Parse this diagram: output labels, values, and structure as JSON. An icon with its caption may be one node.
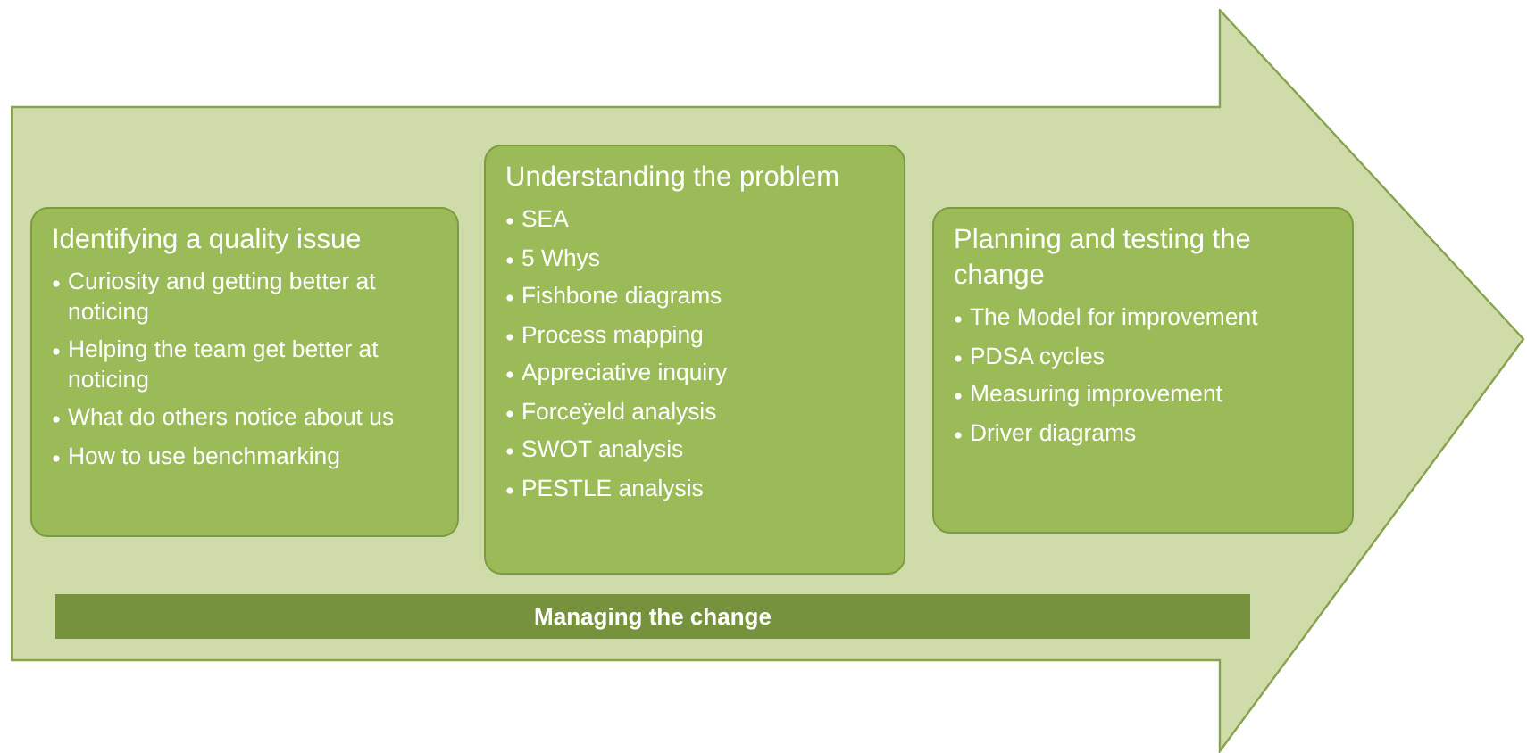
{
  "diagram": {
    "nodes": [
      {
        "text": [],
        "shape": "arrow"
      },
      {
        "text": [
          "Identifying a quality issue",
          "Curiosity and getting better at noticing",
          "Helping the team get better at noticing",
          "What do others notice about us",
          "How to use benchmarking"
        ],
        "in": 0
      },
      {
        "text": [
          "Understanding the problem",
          "SEA",
          "5 Whys",
          "Fishbone diagrams",
          "Process mapping",
          "Appreciative inquiry",
          "Forceÿeld analysis",
          "SWOT analysis",
          "PESTLE analysis"
        ],
        "in": 0
      },
      {
        "text": [
          "Planning and testing the change",
          "The Model for improvement",
          "PDSA cycles",
          "Measuring improvement",
          "Driver diagrams"
        ],
        "in": 0
      },
      {
        "text": [
          "Managing the change"
        ],
        "in": 0
      }
    ]
  }
}
